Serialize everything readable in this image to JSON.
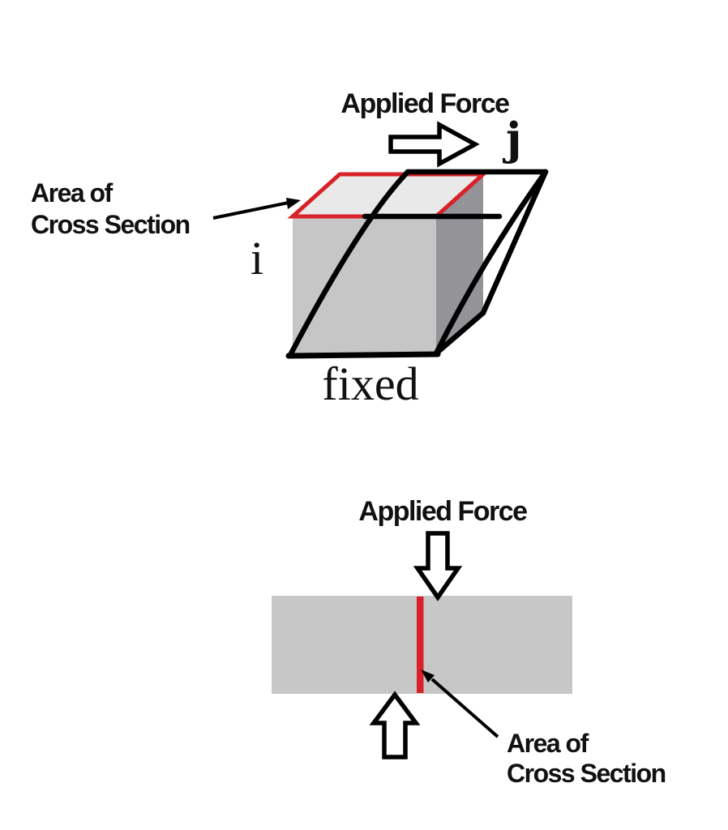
{
  "top_diagram": {
    "applied_force_label": "Applied Force",
    "shear_direction_label": "j",
    "height_axis_label": "i",
    "fixed_label": "fixed",
    "area_label_line1": "Area of",
    "area_label_line2": "Cross Section"
  },
  "bottom_diagram": {
    "applied_force_label": "Applied Force",
    "area_label_line1": "Area of",
    "area_label_line2": "Cross Section"
  },
  "colors": {
    "cross_section_red": "#d92129",
    "cube_top_face": "#e9e9e9",
    "cube_front_face": "#c6c6c6",
    "cube_side_face": "#939398",
    "bar_fill": "#c7c7c7",
    "line_black": "#000000",
    "arrow_fill": "#ffffff"
  }
}
